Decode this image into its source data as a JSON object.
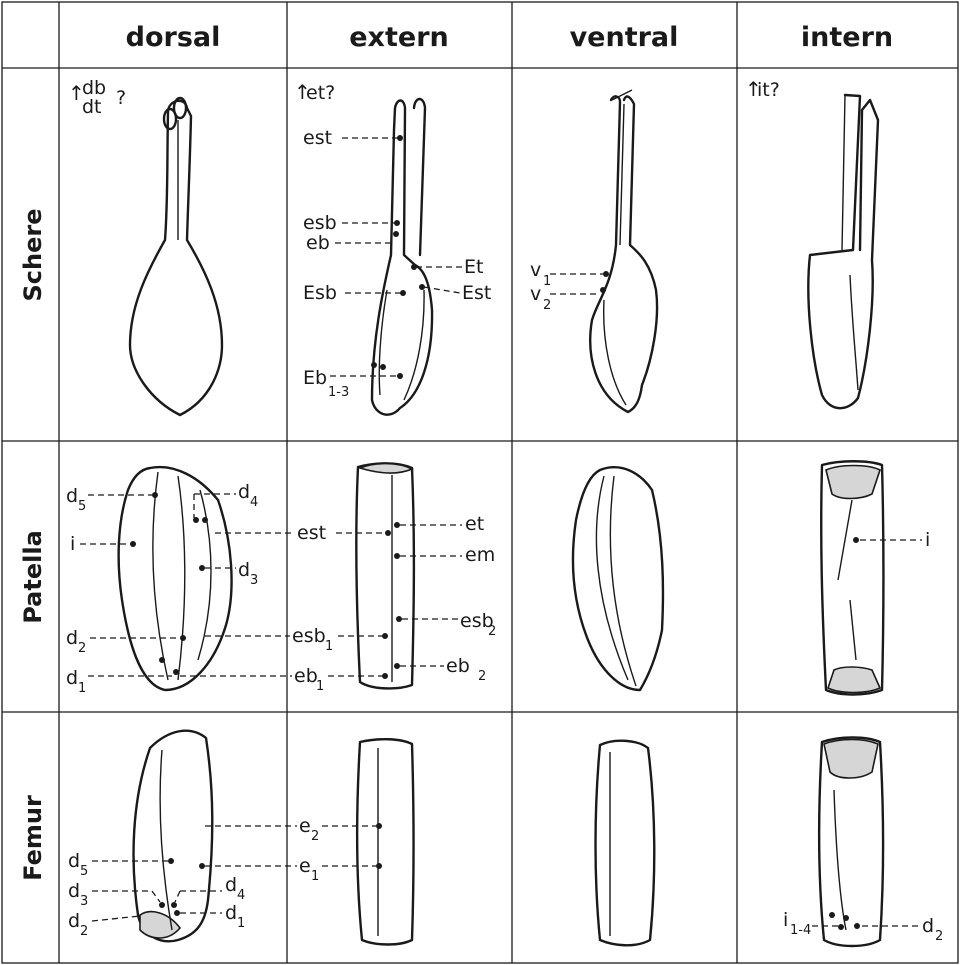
{
  "columns": [
    "dorsal",
    "extern",
    "ventral",
    "intern"
  ],
  "rows": [
    "Schere",
    "Patella",
    "Femur"
  ],
  "schere": {
    "dorsal_note": {
      "main": "db",
      "sub": "dt",
      "q": "?"
    },
    "extern_note": "et?",
    "intern_note": "it?",
    "extern_labels": [
      "est",
      "esb",
      "eb",
      "Et",
      "Esb",
      "Est"
    ],
    "eb13": {
      "main": "Eb",
      "sub": "1-3"
    },
    "ventral_labels": [
      {
        "main": "v",
        "sub": "1"
      },
      {
        "main": "v",
        "sub": "2"
      }
    ]
  },
  "patella": {
    "dorsal_labels": [
      {
        "main": "d",
        "sub": "5"
      },
      {
        "main": "d",
        "sub": "4"
      },
      {
        "main": "i",
        "sub": ""
      },
      {
        "main": "d",
        "sub": "3"
      },
      {
        "main": "d",
        "sub": "2"
      },
      {
        "main": "d",
        "sub": "1"
      }
    ],
    "extern_labels": [
      {
        "main": "est",
        "sub": ""
      },
      {
        "main": "et",
        "sub": ""
      },
      {
        "main": "em",
        "sub": ""
      },
      {
        "main": "esb",
        "sub": "2"
      },
      {
        "main": "esb",
        "sub": "1"
      },
      {
        "main": "eb",
        "sub": "1"
      },
      {
        "main": "eb",
        "sub": "2"
      }
    ],
    "intern_label": "i"
  },
  "femur": {
    "dorsal_labels": [
      {
        "main": "d",
        "sub": "5"
      },
      {
        "main": "d",
        "sub": "3"
      },
      {
        "main": "d",
        "sub": "4"
      },
      {
        "main": "d",
        "sub": "2"
      },
      {
        "main": "d",
        "sub": "1"
      }
    ],
    "extern_labels": [
      {
        "main": "e",
        "sub": "2"
      },
      {
        "main": "e",
        "sub": "1"
      }
    ],
    "intern_labels": [
      {
        "main": "i",
        "sub": "1-4"
      },
      {
        "main": "d",
        "sub": "2"
      }
    ]
  }
}
